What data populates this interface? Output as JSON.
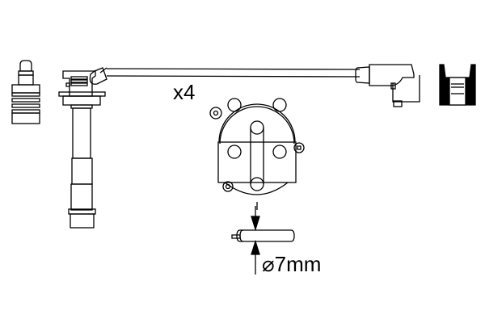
{
  "diagram": {
    "type": "ignition cable set technical drawing",
    "quantity_label": "x4",
    "diameter_label": "⌀7mm",
    "colors": {
      "line": "#000000",
      "background": "#ffffff"
    },
    "parts": [
      {
        "name": "spark-plug-terminal-adapter"
      },
      {
        "name": "coil-connector-boot-with-long-plug-boot"
      },
      {
        "name": "ignition-cable"
      },
      {
        "name": "angled-spark-plug-connector"
      },
      {
        "name": "protective-cap-section-view"
      },
      {
        "name": "distributor-cap"
      },
      {
        "name": "cable-cross-section-dimension"
      }
    ]
  }
}
